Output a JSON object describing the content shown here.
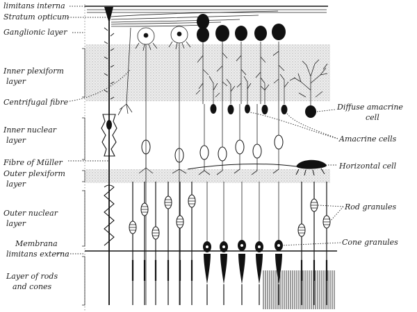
{
  "figure": {
    "labels_left": [
      {
        "id": "limitans-interna",
        "text": "limitans interna"
      },
      {
        "id": "stratum-opticum",
        "text": "Stratum opticum"
      },
      {
        "id": "ganglionic-layer",
        "text": "Ganglionic layer"
      },
      {
        "id": "inner-plexiform-layer",
        "text": "Inner plexiform",
        "text2": "layer"
      },
      {
        "id": "centrifugal-fibre",
        "text": "Centrifugal fibre"
      },
      {
        "id": "inner-nuclear-layer",
        "text": "Inner nuclear",
        "text2": "layer"
      },
      {
        "id": "fibre-of-muller",
        "text": "Fibre of Müller"
      },
      {
        "id": "outer-plexiform-layer",
        "text": "Outer plexiform",
        "text2": "layer"
      },
      {
        "id": "outer-nuclear-layer",
        "text": "Outer nuclear",
        "text2": "layer"
      },
      {
        "id": "membrana-limitans-externa",
        "text": "Membrana",
        "text2": "limitans externa"
      },
      {
        "id": "layer-of-rods-and-cones",
        "text": "Layer of rods",
        "text2": "and cones"
      }
    ],
    "labels_right": [
      {
        "id": "diffuse-amacrine-cell",
        "text": "Diffuse amacrine",
        "text2": "cell"
      },
      {
        "id": "amacrine-cells",
        "text": "Amacrine cells"
      },
      {
        "id": "horizontal-cell",
        "text": "Horizontal cell"
      },
      {
        "id": "rod-granules",
        "text": "Rod granules"
      },
      {
        "id": "cone-granules",
        "text": "Cone granules"
      }
    ],
    "colors": {
      "ink": "#111111",
      "stipple": "#d9d9d9",
      "paper": "#ffffff"
    }
  }
}
